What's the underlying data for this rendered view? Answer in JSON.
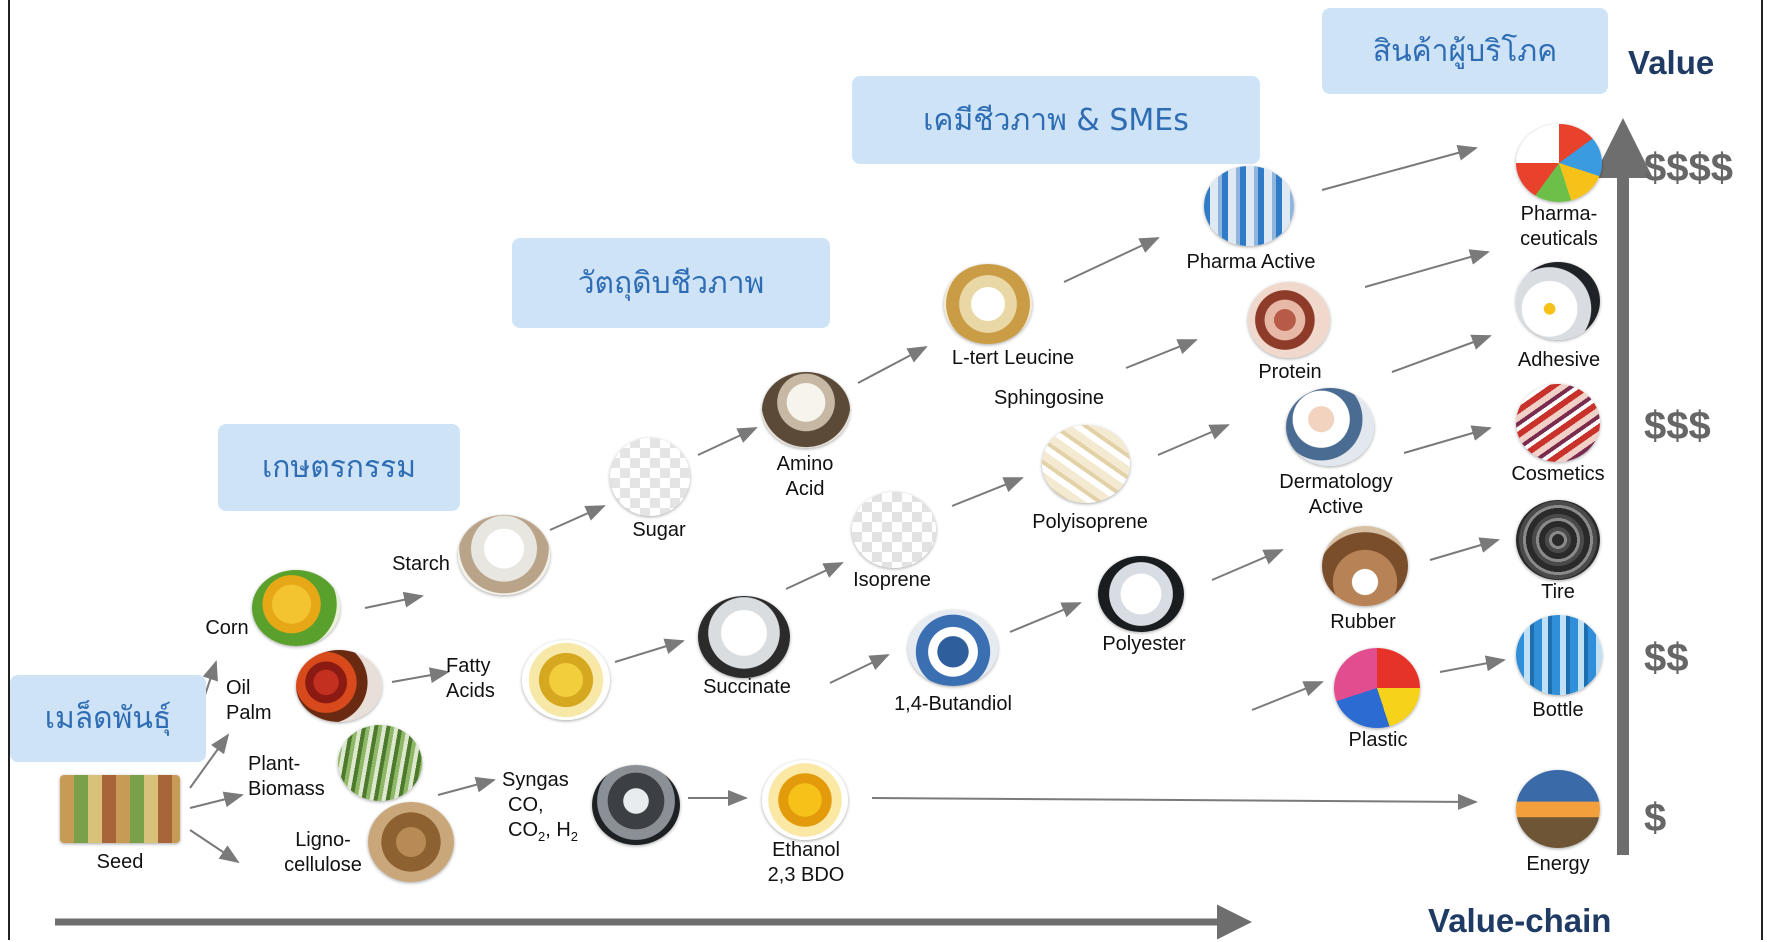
{
  "categories": {
    "seed_stage": "เมล็ดพันธุ์",
    "agriculture": "เกษตรกรรม",
    "bio_raw": "วัตถุดิบชีวภาพ",
    "biochem": "เคมีชีวภาพ & SMEs",
    "consumer": "สินค้าผู้บริโภค"
  },
  "axes": {
    "y_label": "Value",
    "x_label": "Value-chain",
    "levels": [
      "$$$$",
      "$$$",
      "$$",
      "$"
    ]
  },
  "nodes": {
    "seed": "Seed",
    "corn": "Corn",
    "oil_palm": "Oil\nPalm",
    "plant_biomass": "Plant-\nBiomass",
    "lignocellulose": "Ligno-\ncellulose",
    "starch": "Starch",
    "fatty_acids": "Fatty\nAcids",
    "syngas": "Syngas",
    "sugar": "Sugar",
    "succinate": "Succinate",
    "ethanol": "Ethanol\n2,3 BDO",
    "amino_acid": "Amino\nAcid",
    "isoprene": "Isoprene",
    "butandiol": "1,4-Butandiol",
    "l_tert_leucine": "L-tert Leucine",
    "sphingosine": "Sphingosine",
    "polyisoprene": "Polyisoprene",
    "polyester": "Polyester",
    "pharma_active": "Pharma Active",
    "protein": "Protein",
    "dermatology_active": "Dermatology\nActive",
    "rubber": "Rubber",
    "plastic": "Plastic",
    "pharmaceuticals": "Pharma-\nceuticals",
    "adhesive": "Adhesive",
    "cosmetics": "Cosmetics",
    "tire": "Tire",
    "bottle": "Bottle",
    "energy": "Energy"
  },
  "colors": {
    "category_bg": "#cfe3f6",
    "category_text": "#2e6db4",
    "axis_label": "#1f3b64",
    "arrow": "#7a7a7a",
    "dollar": "#666666"
  }
}
